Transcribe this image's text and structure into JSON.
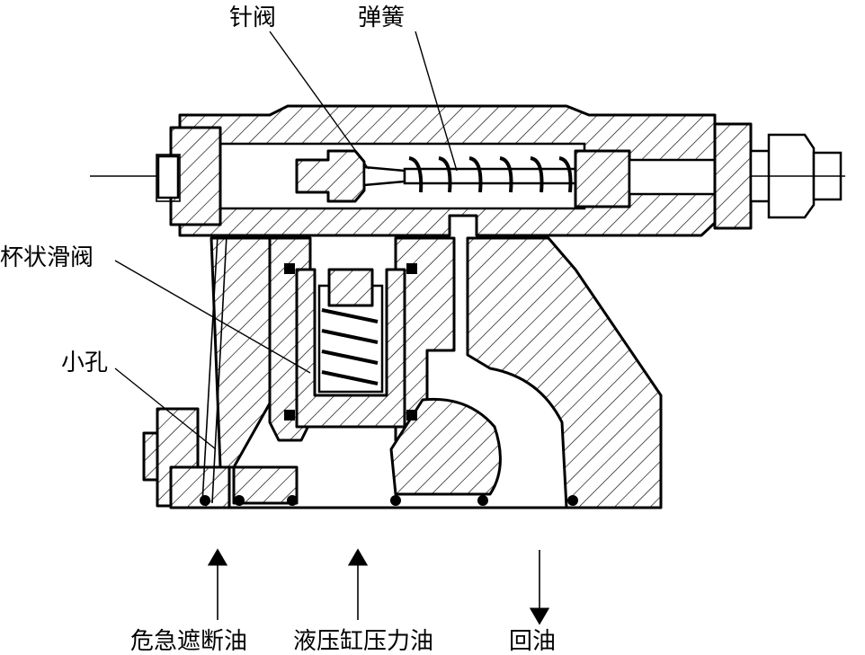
{
  "labels": {
    "needle_valve": "针阀",
    "spring": "弹簧",
    "cup_slide_valve": "杯状滑阀",
    "small_hole": "小孔",
    "emergency_trip_oil": "危急遮断油",
    "cylinder_pressure_oil": "液压缸压力油",
    "return_oil": "回油"
  },
  "flow_directions": {
    "emergency_trip_oil": "up",
    "cylinder_pressure_oil": "up",
    "return_oil": "down"
  }
}
